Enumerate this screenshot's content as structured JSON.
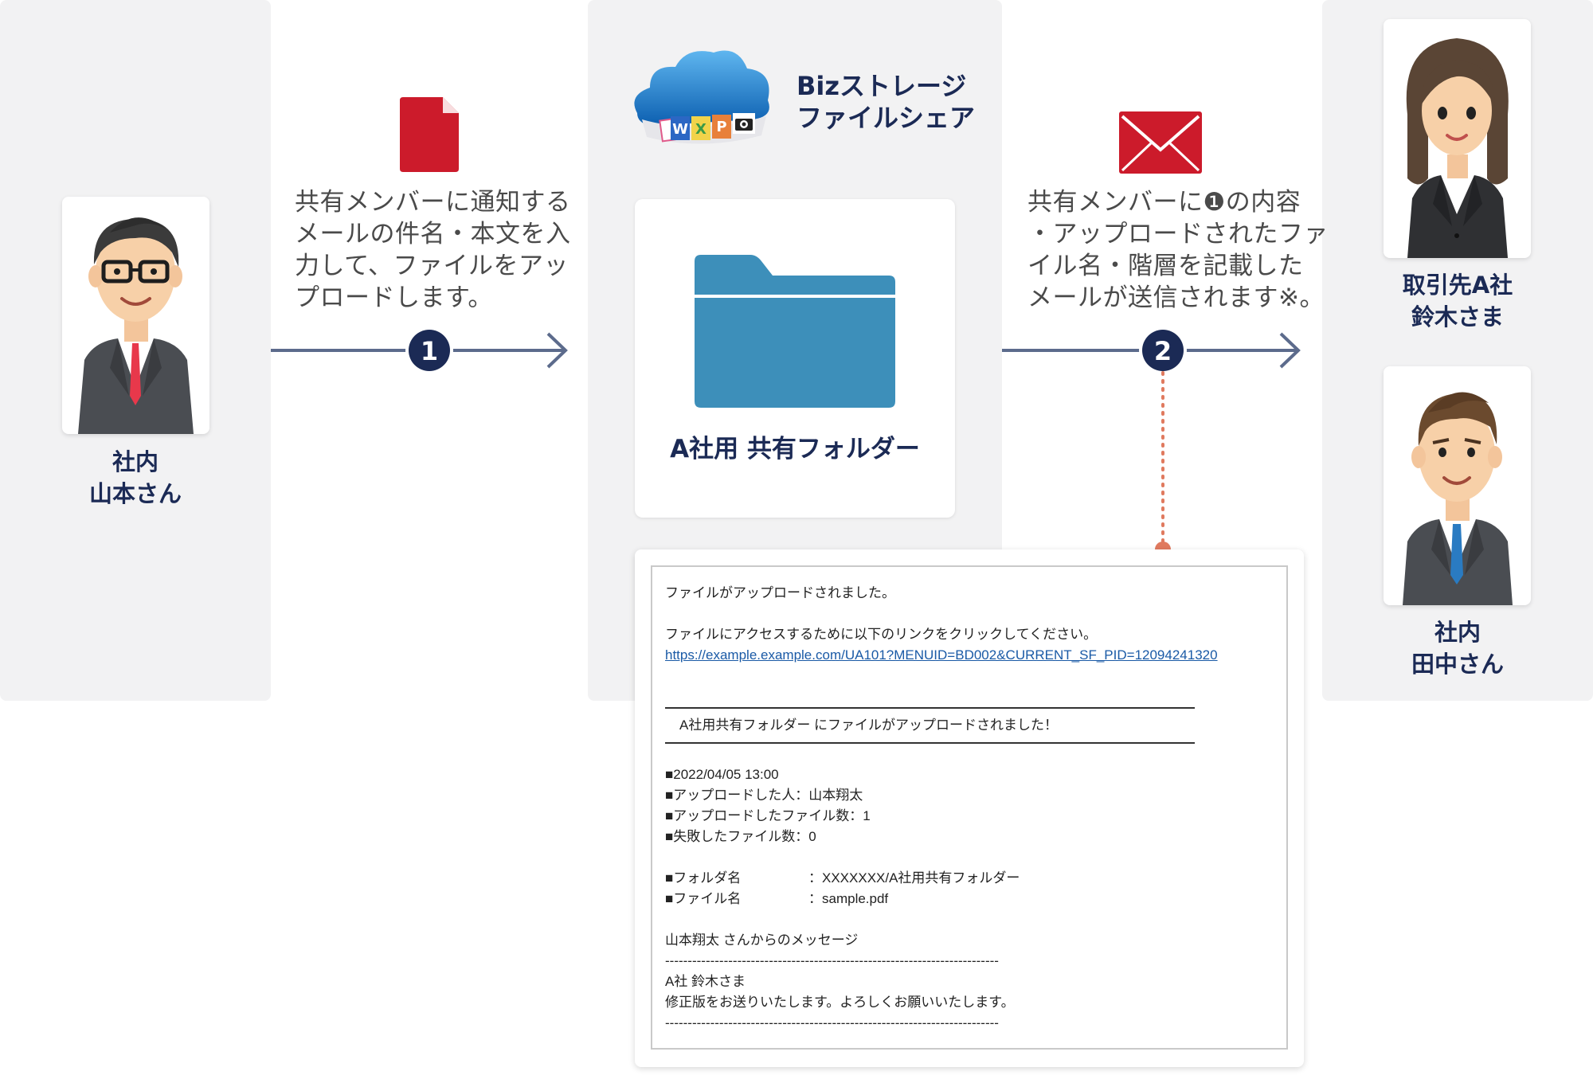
{
  "people": {
    "yamamoto": {
      "line1": "社内",
      "line2": "山本さん"
    },
    "suzuki": {
      "line1": "取引先A社",
      "line2": "鈴木さま"
    },
    "tanaka": {
      "line1": "社内",
      "line2": "田中さん"
    }
  },
  "step1": {
    "number": "1",
    "lines": [
      "共有メンバーに通知する",
      "メールの件名・本文を入",
      "力して、ファイルをアッ",
      "プロードします。"
    ]
  },
  "step2": {
    "number": "2",
    "lines": [
      "共有メンバーに❶の内容",
      "・アップロードされたファ",
      "イル名・階層を記載した",
      "メールが送信されます※。"
    ]
  },
  "service": {
    "title_line1": "Bizストレージ",
    "title_line2": "ファイルシェア",
    "logo_letters": [
      "W",
      "X",
      "P"
    ]
  },
  "folder": {
    "name": "A社用 共有フォルダー"
  },
  "email": {
    "line1": "ファイルがアップロードされました。",
    "line2": "ファイルにアクセスするために以下のリンクをクリックしてください。",
    "link": "https://example.example.com/UA101?MENUID=BD002&CURRENT_SF_PID=12094241320",
    "subject": "A社用共有フォルダー にファイルがアップロードされました！",
    "date": "■2022/04/05 13:00",
    "uploader": "■アップロードした人：山本翔太",
    "file_count": "■アップロードしたファイル数：1",
    "failed_count": "■失敗したファイル数：0",
    "folder_key": "■フォルダ名",
    "folder_value": "：XXXXXXX/A社用共有フォルダー",
    "file_key": "■ファイル名",
    "file_value": "：sample.pdf",
    "message_from": "山本翔太 さんからのメッセージ",
    "separator": "--------------------------------------------------------------------------",
    "message_line1": "A社 鈴木さま",
    "message_line2": "修正版をお送りいたします。よろしくお願いいたします。"
  },
  "colors": {
    "navy": "#1b2a55",
    "arrow": "#5c6b8c",
    "file_red": "#cc1b2b",
    "folder_blue": "#3d8fba",
    "dotted": "#e07a5f",
    "panel": "#f2f2f3"
  },
  "icons": {
    "file": "document-icon",
    "mail": "envelope-icon",
    "folder": "folder-icon",
    "logo": "cloud-logo-icon"
  }
}
